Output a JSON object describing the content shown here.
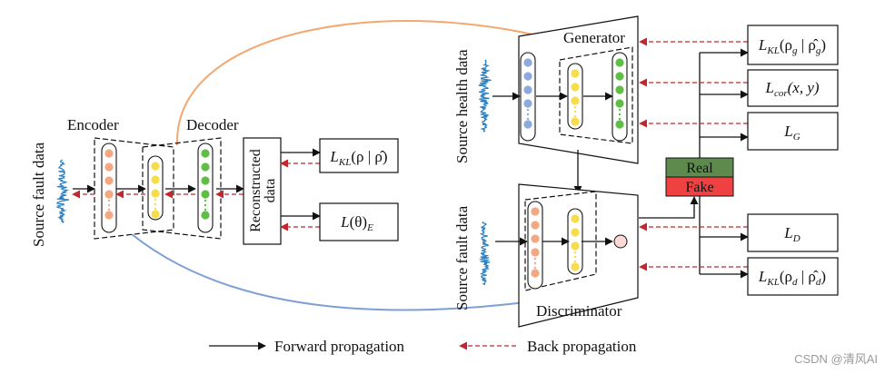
{
  "labels": {
    "source_fault_left": "Source fault data",
    "encoder": "Encoder",
    "decoder": "Decoder",
    "reconstructed": [
      "Reconstructed",
      "data"
    ],
    "source_health": "Source health data",
    "source_fault_right": "Source fault data",
    "generator": "Generator",
    "discriminator": "Discriminator",
    "real": "Real",
    "fake": "Fake"
  },
  "losses": {
    "kl_encoder": {
      "main": "L",
      "sub": "KL",
      "arg": "(ρ | ρ̂)"
    },
    "theta_e": {
      "main": "L",
      "arg": "(θ)",
      "sub": "E"
    },
    "kl_g": {
      "main": "L",
      "sub": "KL",
      "arg": "(ρ",
      "argsub": "g",
      "arg2": " | ρ̂",
      "arg2sub": "g",
      "arg3": ")"
    },
    "cor": {
      "main": "L",
      "sub": "cor",
      "arg": "(x, y)"
    },
    "g": {
      "main": "L",
      "sub": "G"
    },
    "d": {
      "main": "L",
      "sub": "D"
    },
    "kl_d": {
      "main": "L",
      "sub": "KL",
      "arg": "(ρ",
      "argsub": "d",
      "arg2": " | ρ̂",
      "arg2sub": "d",
      "arg3": ")"
    }
  },
  "legend": {
    "forward": "Forward propagation",
    "backward": "Back propagation"
  },
  "watermark": "CSDN @清风AI",
  "colors": {
    "forward": "#111111",
    "backward": "#c0282d",
    "encoder_node": "#f4a882",
    "middle_node": "#f7dc4c",
    "decoder_node": "#5fbf45",
    "generator_input_node": "#8ea9db",
    "real": "#5e8a4e",
    "fake": "#ef4141",
    "curve_orange": "#f2a870",
    "curve_blue": "#7d9fd3",
    "signal": "#2a7fc1"
  }
}
